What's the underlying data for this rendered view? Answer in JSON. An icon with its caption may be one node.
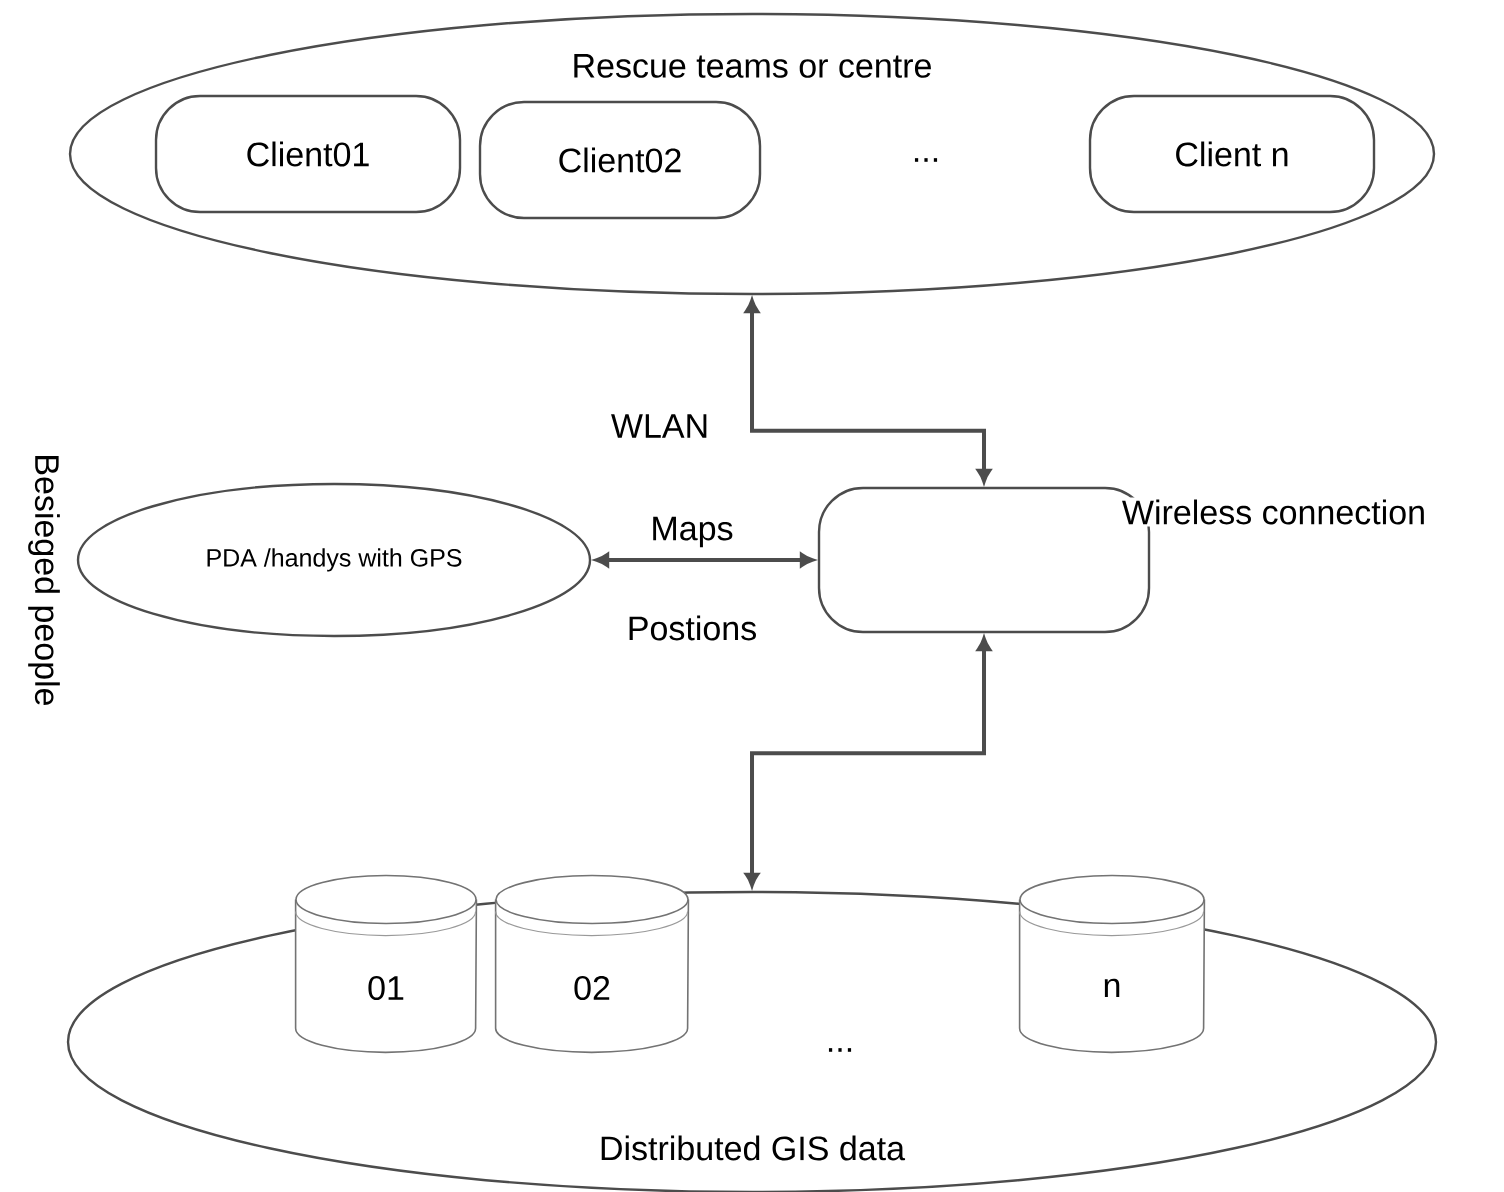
{
  "diagram": {
    "nodes": [
      {
        "text": [
          "Rescue teams or centre"
        ]
      },
      {
        "text": [
          "Client01"
        ],
        "in": 0
      },
      {
        "text": [
          "Client02"
        ],
        "in": 0
      },
      {
        "text": [
          "Client n"
        ],
        "in": 0
      },
      {
        "text": [
          "PDA /handys with GPS"
        ],
        "beside": [
          "Besieged people"
        ]
      },
      {
        "text": [],
        "shape": "box"
      },
      {
        "text": [
          "Distributed GIS data"
        ]
      },
      {
        "text": [
          "01"
        ],
        "in": 6
      },
      {
        "text": [
          "02"
        ],
        "in": 6
      },
      {
        "text": [
          "n"
        ],
        "in": 6
      }
    ],
    "edges": [
      {
        "from": 5,
        "to": 0,
        "arrow": "both",
        "label": "WLAN"
      },
      {
        "from": 4,
        "to": 5,
        "arrow": "both",
        "label": "Maps"
      },
      {
        "from": 5,
        "to": 6,
        "arrow": "both"
      }
    ],
    "labels": [
      "...",
      "Wireless connection",
      "Postions",
      "..."
    ]
  }
}
